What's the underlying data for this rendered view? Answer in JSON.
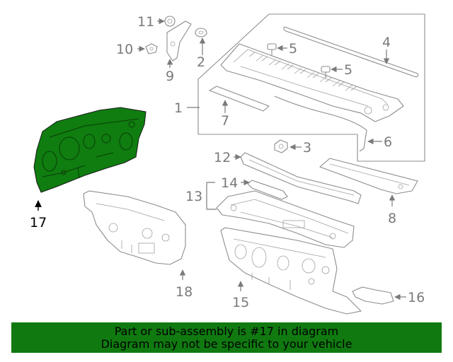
{
  "callouts": {
    "c1": "1",
    "c2": "2",
    "c3": "3",
    "c4": "4",
    "c5a": "5",
    "c5b": "5",
    "c6": "6",
    "c7": "7",
    "c8": "8",
    "c9": "9",
    "c10": "10",
    "c11": "11",
    "c12": "12",
    "c13": "13",
    "c14": "14",
    "c15": "15",
    "c16": "16",
    "c17": "17",
    "c18": "18"
  },
  "highlight": {
    "part_number": "17",
    "color": "#0f7d0f"
  },
  "footer": {
    "line1": "Part or sub-assembly is #17 in diagram",
    "line2": "Diagram may not be specific to your vehicle",
    "background": "#107a10"
  }
}
